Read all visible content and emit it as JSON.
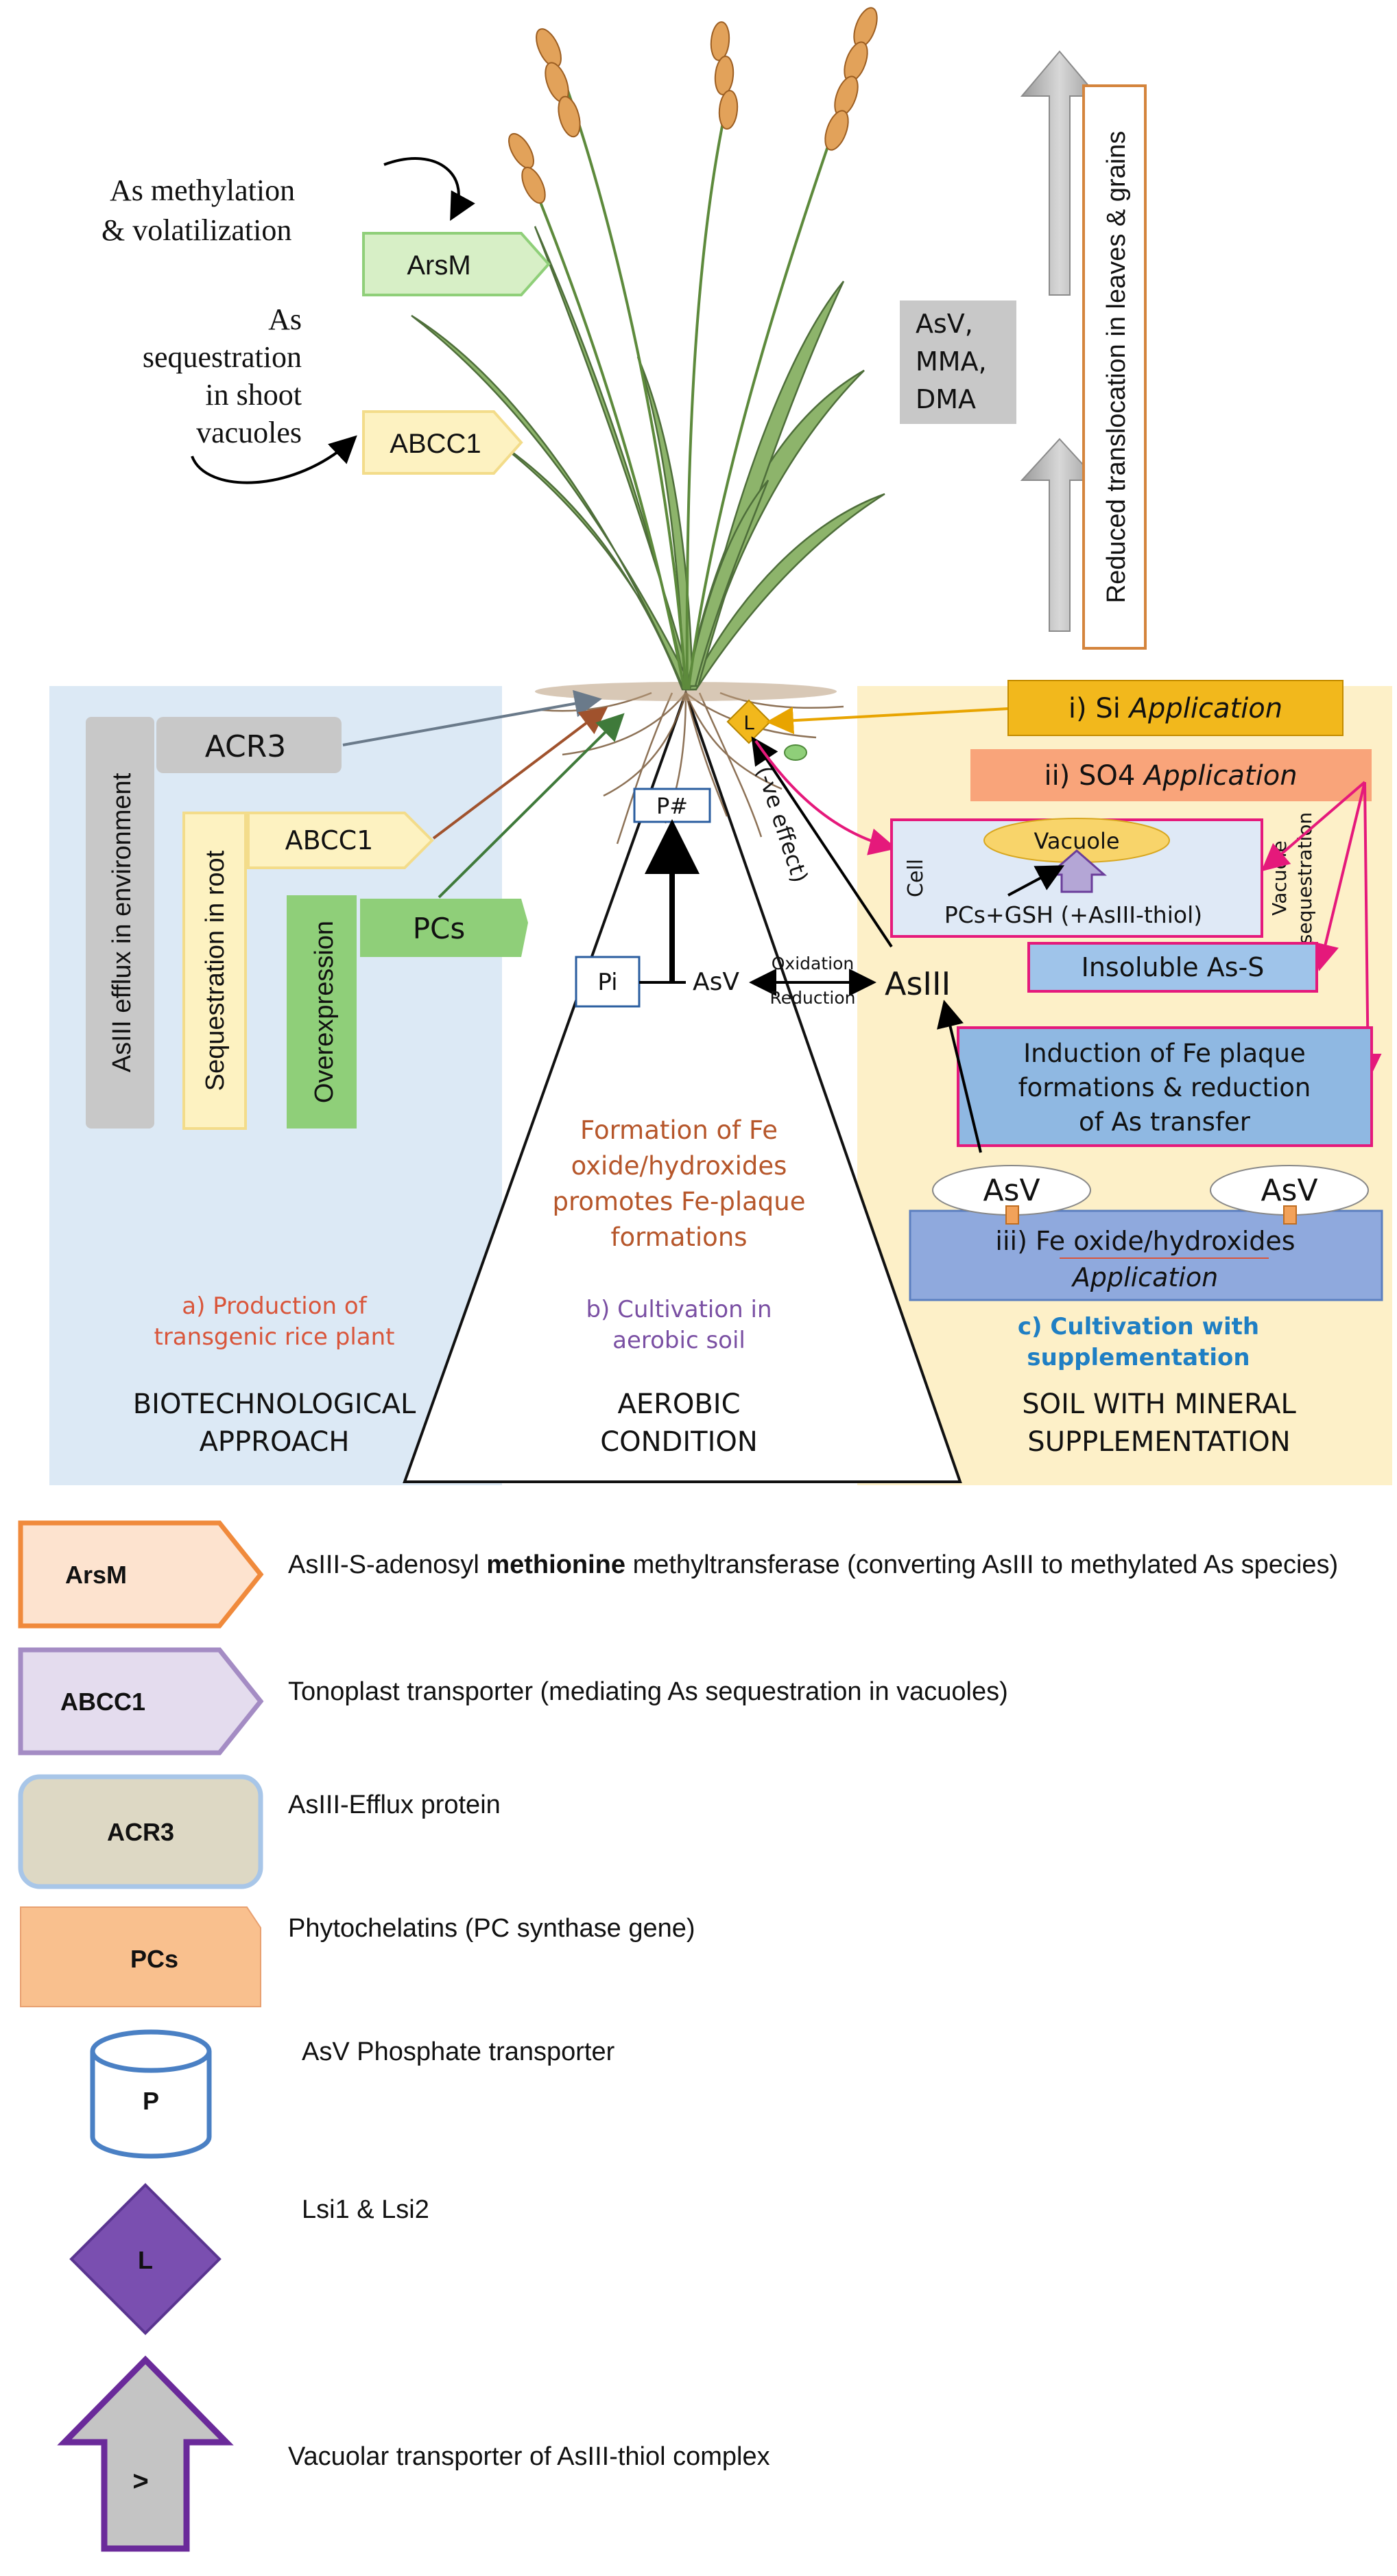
{
  "plant": {
    "methylation_label_line1": "As methylation",
    "methylation_label_line2": "& volatilization",
    "sequestration_label_line1": "As",
    "sequestration_label_line2": "sequestration",
    "sequestration_label_line3": "in shoot",
    "sequestration_label_line4": "vacuoles",
    "arsm_tag": "ArsM",
    "abcc1_shoot_tag": "ABCC1",
    "species_box_line1": "AsV,",
    "species_box_line2": "MMA,",
    "species_box_line3": "DMA",
    "reduced_translocation": "Reduced translocation in leaves & grains"
  },
  "left_panel": {
    "acr3": "ACR3",
    "abcc1": "ABCC1",
    "pcs": "PCs",
    "efflux_vertical": "AsIII efflux in environment",
    "sequestration_vertical": "Sequestration in root",
    "overexpression_vertical": "Overexpression",
    "caption_line1": "a) Production of",
    "caption_line2": "transgenic rice plant",
    "footer_line1": "BIOTECHNOLOGICAL",
    "footer_line2": "APPROACH"
  },
  "middle_panel": {
    "p_transporter": "P#",
    "pi": "Pi",
    "asv": "AsV",
    "oxidation": "Oxidation",
    "reduction": "Reduction",
    "fe_line1": "Formation of Fe",
    "fe_line2": "oxide/hydroxides",
    "fe_line3": "promotes Fe-plaque",
    "fe_line4": "formations",
    "caption_line1": "b) Cultivation in",
    "caption_line2": "aerobic soil",
    "footer_line1": "AEROBIC",
    "footer_line2": "CONDITION"
  },
  "right_panel": {
    "lsi": "L",
    "ve_effect": "(-ve effect)",
    "si_prefix": "i) Si ",
    "si_application": "Application",
    "so4_prefix": "ii) SO4 ",
    "so4_application": "Application",
    "cell": "Cell",
    "vacuole": "Vacuole",
    "pcs_gsh": "PCs+GSH (+AsIII-thiol)",
    "vacuole_seq_line1": "Vacuole",
    "vacuole_seq_line2": "sequestration",
    "asiii": "AsIII",
    "insoluble": "Insoluble As-S",
    "induction_line1": "Induction of Fe plaque",
    "induction_line2": "formations & reduction",
    "induction_line3": "of As transfer",
    "asv_left": "AsV",
    "asv_right": "AsV",
    "fe_app_line1": "iii) Fe oxide/hydroxides",
    "fe_app_line2": "Application",
    "caption_line1": "c) Cultivation with",
    "caption_line2": "supplementation",
    "footer_line1": "SOIL WITH MINERAL",
    "footer_line2": "SUPPLEMENTATION"
  },
  "legend": {
    "arsm": {
      "symbol": "ArsM",
      "desc_pre": "AsIII-S-adenosyl ",
      "desc_bold": "methionine",
      "desc_post": " methyltransferase (converting AsIII to methylated As species)"
    },
    "abcc1": {
      "symbol": "ABCC1",
      "desc": "Tonoplast transporter (mediating As sequestration in vacuoles)"
    },
    "acr3": {
      "symbol": "ACR3",
      "desc": "AsIII-Efflux protein"
    },
    "pcs": {
      "symbol": "PCs",
      "desc": "Phytochelatins (PC synthase gene)"
    },
    "p": {
      "symbol": "P",
      "desc": "AsV Phosphate transporter"
    },
    "l": {
      "symbol": "L",
      "desc": "Lsi1 & Lsi2"
    },
    "v": {
      "symbol": ">",
      "desc": "Vacuolar transporter of AsIII-thiol complex"
    }
  },
  "colors": {
    "left_panel_bg": "#dce9f5",
    "right_panel_bg": "#fdf0c8",
    "arsm_fill": "#d7efc6",
    "abcc1_fill": "#fdf2c1",
    "pcs_fill": "#8fcf79",
    "gray_box": "#c8c8c8",
    "orange_border": "#d4843c",
    "magenta": "#e5197b",
    "blue_box": "#8fb8e2"
  }
}
